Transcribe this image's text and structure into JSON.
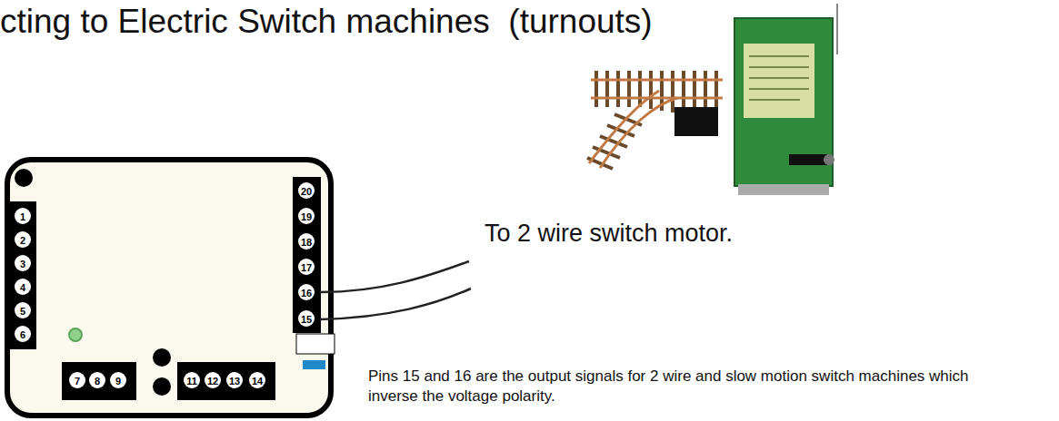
{
  "diagram": {
    "title": "cting to Electric Switch machines  (turnouts)",
    "labels": [
      "1",
      "2",
      "3",
      "4",
      "5",
      "6",
      "7",
      "8",
      "9",
      "11",
      "12",
      "13",
      "14",
      "20",
      "19",
      "18",
      "17",
      "16",
      "15",
      "To 2 wire switch motor.",
      "Pins 15 and 16 are the output signals for 2 wire and slow motion switch machines which inverse the voltage polarity."
    ]
  }
}
